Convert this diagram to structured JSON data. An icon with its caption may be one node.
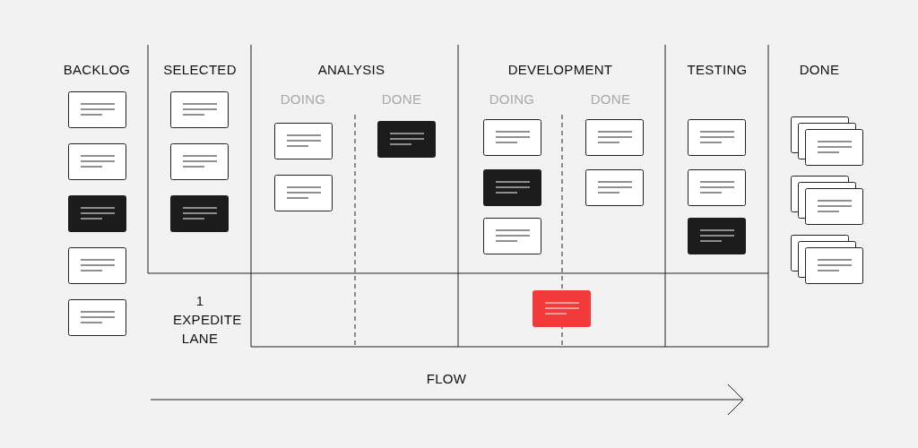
{
  "diagram": {
    "labels": [
      "BACKLOG",
      "SELECTED",
      "ANALYSIS",
      "DEVELOPMENT",
      "TESTING",
      "DONE",
      "DOING",
      "DONE",
      "DOING",
      "DONE",
      "1 EXPEDITE LANE",
      "FLOW"
    ]
  }
}
